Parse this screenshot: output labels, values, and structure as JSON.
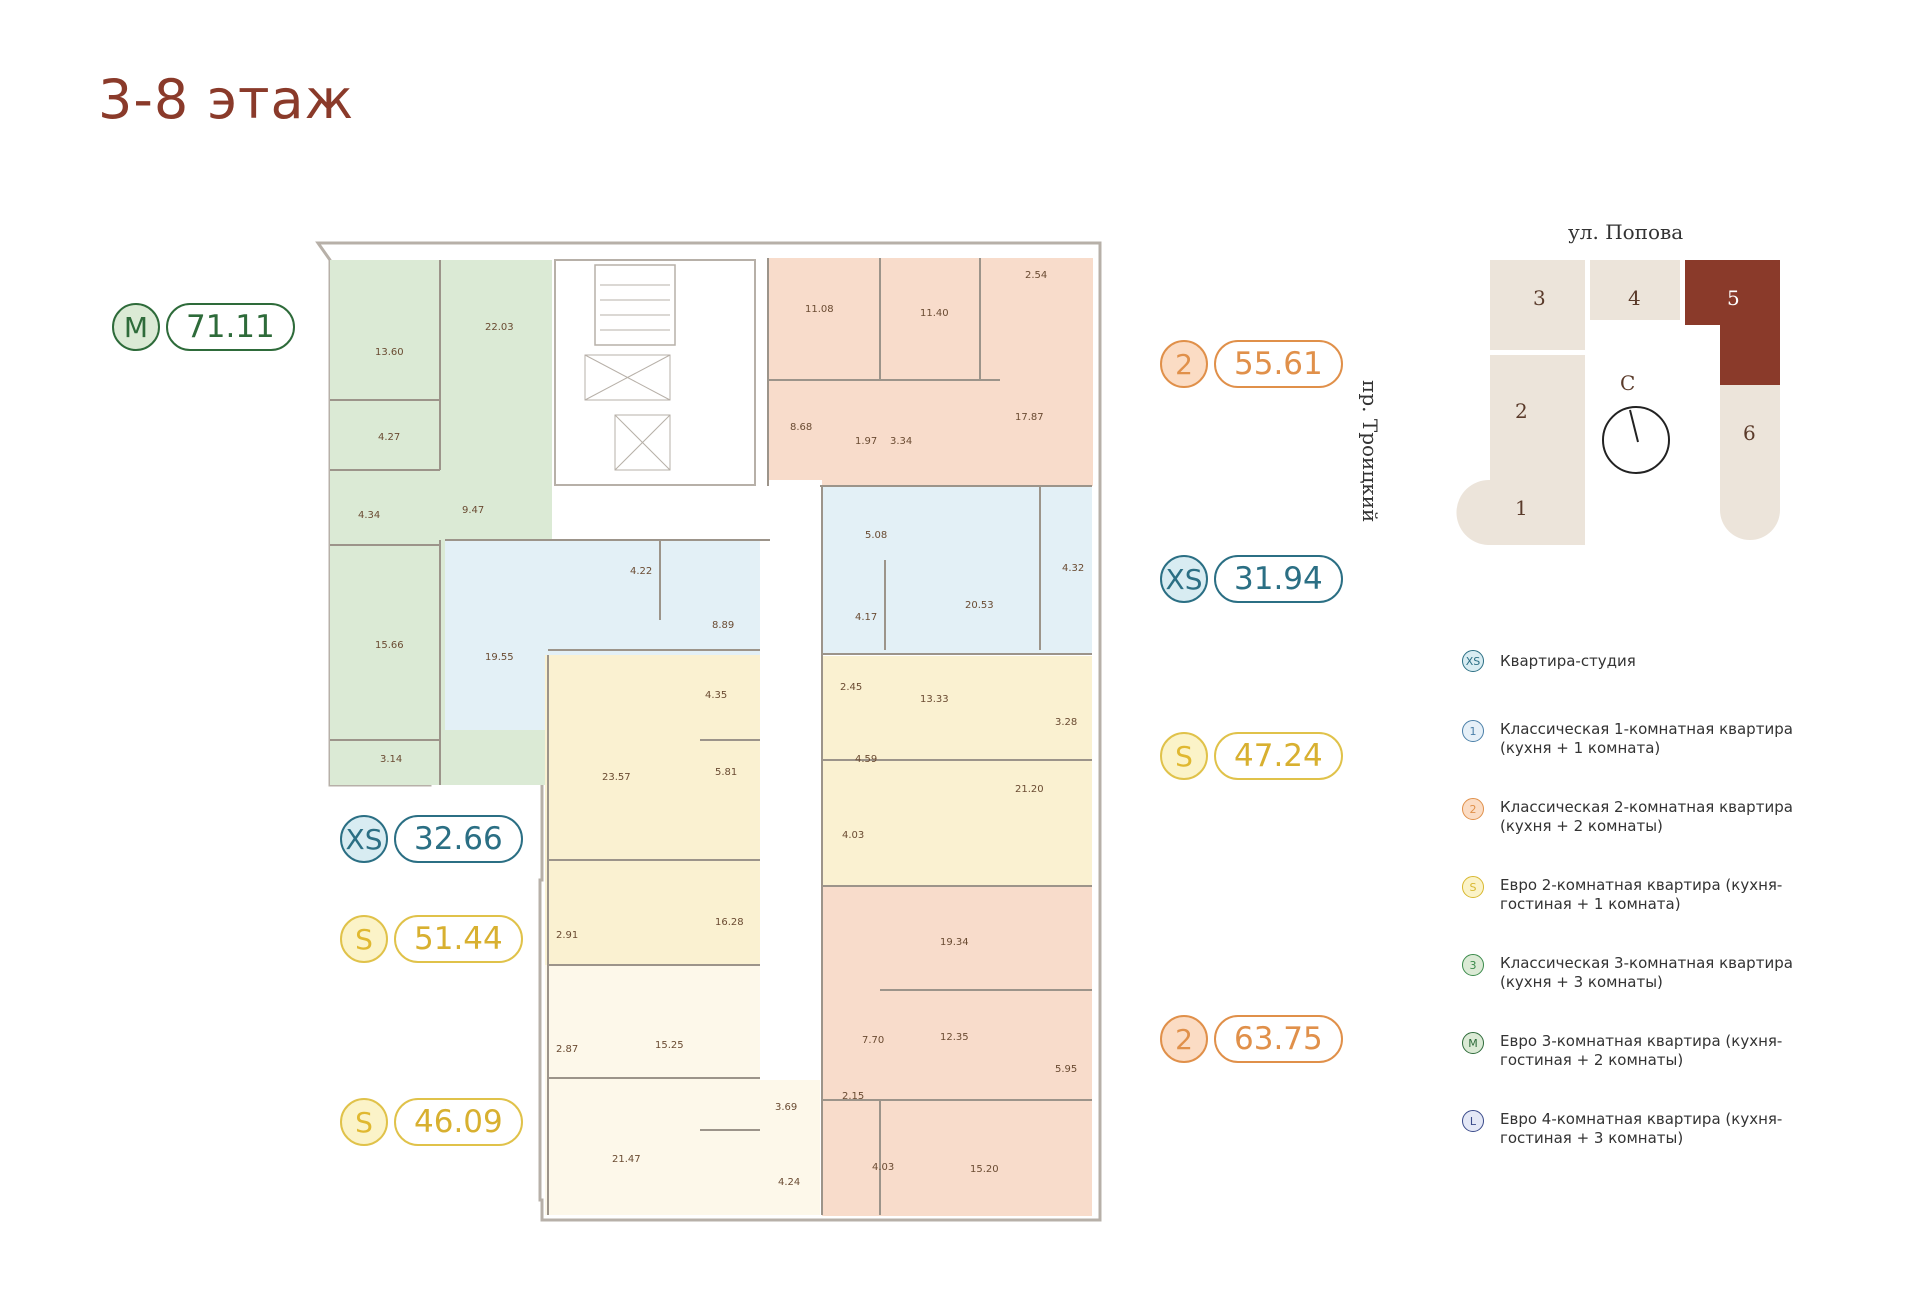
{
  "title": "3-8 этаж",
  "colors": {
    "green": "#2e6b3a",
    "teal": "#2b6f84",
    "orange": "#e0904a",
    "yellow": "#e0c24a",
    "brown": "#8a3a2a"
  },
  "tags": {
    "m_letter": "M",
    "m_area": "71.11",
    "xs_left_letter": "XS",
    "xs_left_area": "32.66",
    "s_mid_letter": "S",
    "s_mid_area": "51.44",
    "s_bot_letter": "S",
    "s_bot_area": "46.09",
    "two_top_letter": "2",
    "two_top_area": "55.61",
    "xs_right_letter": "XS",
    "xs_right_area": "31.94",
    "s_right_letter": "S",
    "s_right_area": "47.24",
    "two_bot_letter": "2",
    "two_bot_area": "63.75"
  },
  "rooms": {
    "r1": "13.60",
    "r2": "22.03",
    "r3": "4.27",
    "r4": "4.34",
    "r5": "9.47",
    "r6": "15.66",
    "r7": "3.14",
    "r8": "19.55",
    "r9": "4.22",
    "r10": "8.89",
    "r11": "11.08",
    "r12": "11.40",
    "r13": "2.54",
    "r14": "8.68",
    "r15": "1.97",
    "r16": "3.34",
    "r17": "17.87",
    "r18": "5.08",
    "r19": "4.17",
    "r20": "20.53",
    "r21": "4.32",
    "r22": "4.35",
    "r23": "23.57",
    "r24": "5.81",
    "r25": "16.28",
    "r26": "2.91",
    "r27": "15.25",
    "r28": "2.87",
    "r29": "3.69",
    "r30": "21.47",
    "r31": "4.24",
    "r32": "2.45",
    "r33": "13.33",
    "r34": "3.28",
    "r35": "4.59",
    "r36": "21.20",
    "r37": "4.03",
    "r38": "19.34",
    "r39": "12.35",
    "r40": "7.70",
    "r41": "5.95",
    "r42": "2.15",
    "r43": "4.03",
    "r44": "15.20"
  },
  "site_map": {
    "street_top": "ул. Попова",
    "street_left": "пр. Троицкий",
    "compass": "С",
    "b1": "1",
    "b2": "2",
    "b3": "3",
    "b4": "4",
    "b5": "5",
    "b6": "6"
  },
  "legend": [
    {
      "badge": "XS",
      "text": "Квартира-студия",
      "color": "#2b6f84"
    },
    {
      "badge": "1",
      "text": "Классическая 1-комнатная квартира (кухня + 1 комната)",
      "color": "#4a7fa8"
    },
    {
      "badge": "2",
      "text": "Классическая 2-комнатная квартира (кухня + 2 комнаты)",
      "color": "#e0904a"
    },
    {
      "badge": "S",
      "text": "Евро 2-комнатная квартира (кухня-гостиная + 1 комната)",
      "color": "#d8b830"
    },
    {
      "badge": "3",
      "text": "Классическая 3-комнатная квартира (кухня + 3 комнаты)",
      "color": "#3a8a4a"
    },
    {
      "badge": "M",
      "text": "Евро 3-комнатная квартира (кухня-гостиная + 2 комнаты)",
      "color": "#2e6b3a"
    },
    {
      "badge": "L",
      "text": "Евро 4-комнатная квартира (кухня-гостиная + 3 комнаты)",
      "color": "#3a4a8a"
    }
  ]
}
